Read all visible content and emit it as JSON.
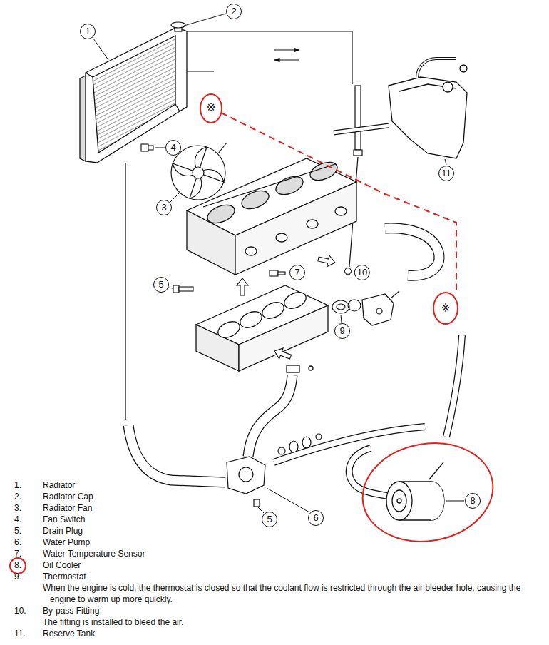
{
  "diagram": {
    "labels": [
      "2",
      "1",
      "※",
      "4",
      "11",
      "3",
      "7",
      "10",
      "5",
      "※",
      "9",
      "8",
      "5",
      "6",
      "1.",
      "Radiator",
      "2.",
      "Radiator Cap",
      "3.",
      "Radiator Fan",
      "4.",
      "Fan Switch",
      "5.",
      "Drain Plug",
      "6.",
      "Water Pump",
      "7.",
      "Water Temperature Sensor",
      "8.",
      "Oil Cooler",
      "9.",
      "Thermostat",
      "When the engine is cold, the thermostat is closed so that the coolant flow is restricted through the air bleeder hole, causing the engine to warm up more quickly.",
      "10.",
      "By-pass Fitting",
      "The fitting is installed to bleed the air.",
      "11.",
      "Reserve Tank"
    ]
  }
}
